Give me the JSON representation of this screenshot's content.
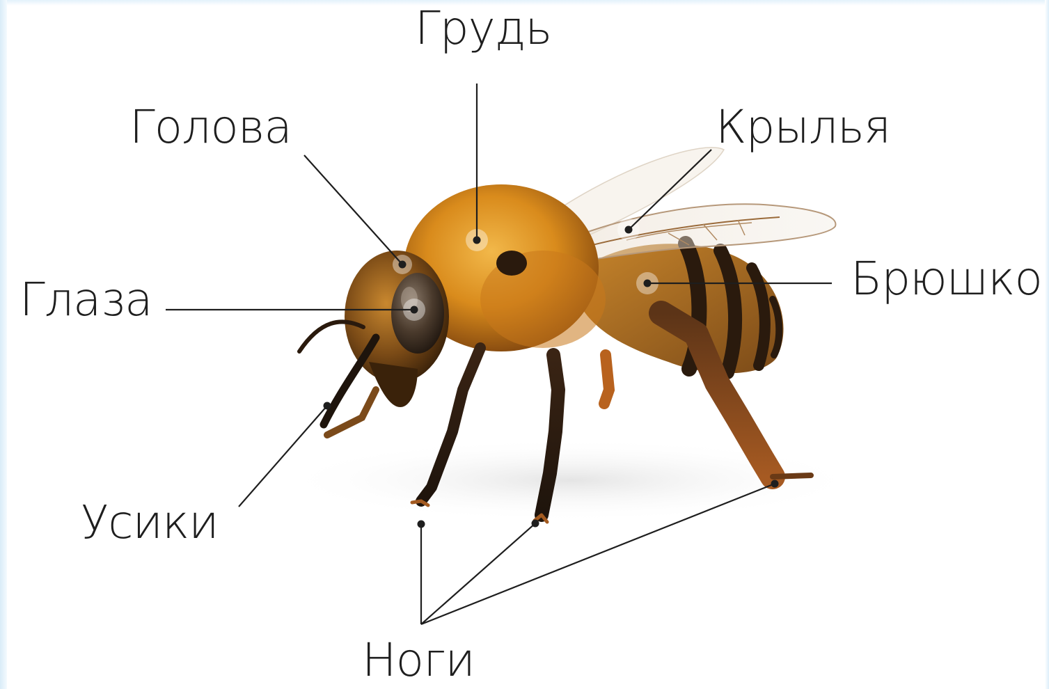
{
  "labels": {
    "chest": "Грудь",
    "head": "Голова",
    "wings": "Крылья",
    "eyes": "Глаза",
    "abdomen": "Брюшко",
    "antennae": "Усики",
    "legs": "Ноги"
  },
  "colors": {
    "leader_line": "#1e1e1e",
    "label_text": "#1e1e1e",
    "frame": "#d9ecf8"
  },
  "icons": {
    "subject": "honeybee-illustration"
  }
}
